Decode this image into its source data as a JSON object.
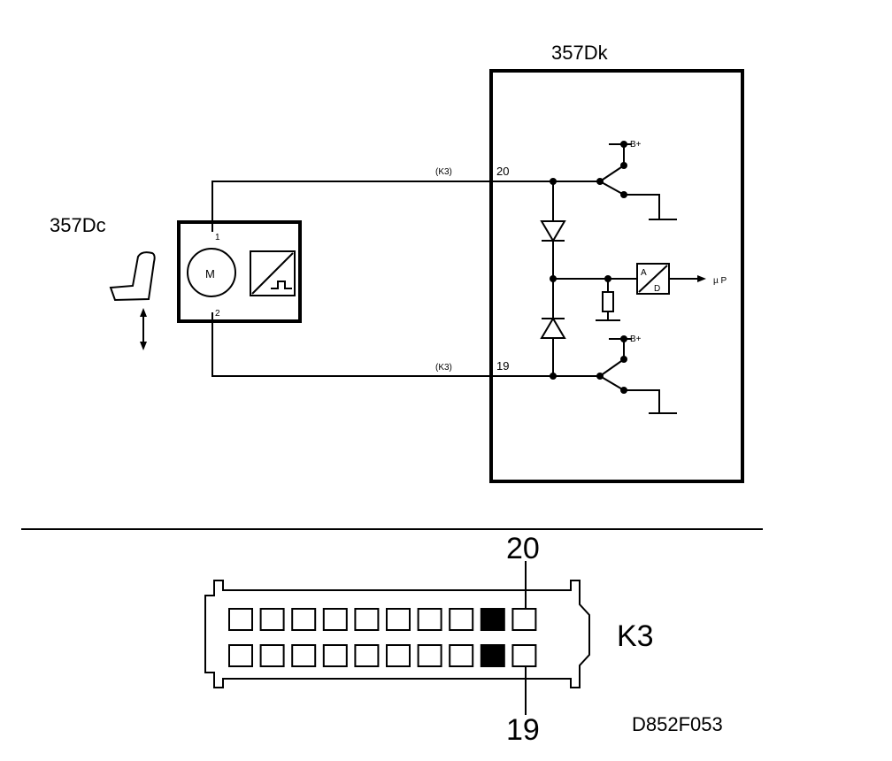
{
  "labels": {
    "module": "357Dk",
    "motor_unit": "357Dc",
    "motor": "M",
    "pin_top_module": "20",
    "pin_bottom_module": "19",
    "motor_pin_top": "1",
    "motor_pin_bottom": "2",
    "connector_tag_top": "(K3)",
    "connector_tag_bottom": "(K3)",
    "supply_top": "B+",
    "supply_bottom": "B+",
    "ad_a": "A",
    "ad_d": "D",
    "micro": "µ P",
    "connector_name": "K3",
    "connector_pin_top": "20",
    "connector_pin_bottom": "19",
    "figure_code": "D852F053"
  },
  "connector": {
    "rows": 2,
    "cells_per_row": 10,
    "highlighted_top_index": 8,
    "highlighted_bottom_index": 8
  }
}
